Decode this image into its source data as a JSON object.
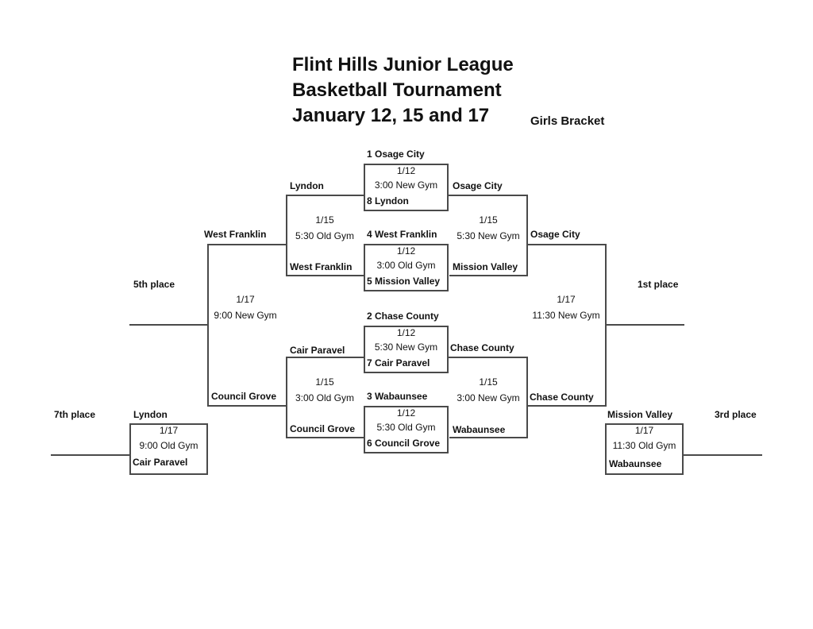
{
  "title": {
    "line1": "Flint Hills Junior League",
    "line2": "Basketball Tournament",
    "line3": "January 12, 15 and 17"
  },
  "bracket_label": "Girls Bracket",
  "round1": {
    "game1": {
      "top": "1 Osage City",
      "date": "1/12",
      "time": "3:00 New Gym",
      "bottom": "8 Lyndon"
    },
    "game2": {
      "top": "4 West Franklin",
      "date": "1/12",
      "time": "3:00 Old Gym",
      "bottom": "5 Mission Valley"
    },
    "game3": {
      "top": "2 Chase County",
      "date": "1/12",
      "time": "5:30 New Gym",
      "bottom": "7 Cair Paravel"
    },
    "game4": {
      "top": "3 Wabaunsee",
      "date": "1/12",
      "time": "5:30 Old Gym",
      "bottom": "6 Council Grove"
    }
  },
  "winners": {
    "semi1": {
      "top": "Osage City",
      "date": "1/15",
      "time": "5:30 New Gym",
      "bottom": "Mission Valley",
      "winner": "Osage City"
    },
    "semi2": {
      "top": "Chase County",
      "date": "1/15",
      "time": "3:00 New Gym",
      "bottom": "Wabaunsee",
      "winner": "Chase County"
    },
    "final": {
      "date": "1/17",
      "time": "11:30 New Gym",
      "label": "1st place"
    }
  },
  "consolation": {
    "semi1": {
      "top": "Lyndon",
      "date": "1/15",
      "time": "5:30 Old Gym",
      "bottom": "West Franklin",
      "winner": "West Franklin"
    },
    "semi2": {
      "top": "Cair Paravel",
      "date": "1/15",
      "time": "3:00 Old Gym",
      "bottom": "Council Grove",
      "winner": "Council Grove"
    },
    "final": {
      "date": "1/17",
      "time": "9:00 New Gym",
      "label": "5th place"
    }
  },
  "seventh": {
    "top": "Lyndon",
    "date": "1/17",
    "time": "9:00 Old Gym",
    "bottom": "Cair Paravel",
    "label": "7th place"
  },
  "third": {
    "top": "Mission Valley",
    "date": "1/17",
    "time": "11:30 Old Gym",
    "bottom": "Wabaunsee",
    "label": "3rd place"
  },
  "colors": {
    "line": "#4a4a4a",
    "text": "#111111"
  }
}
